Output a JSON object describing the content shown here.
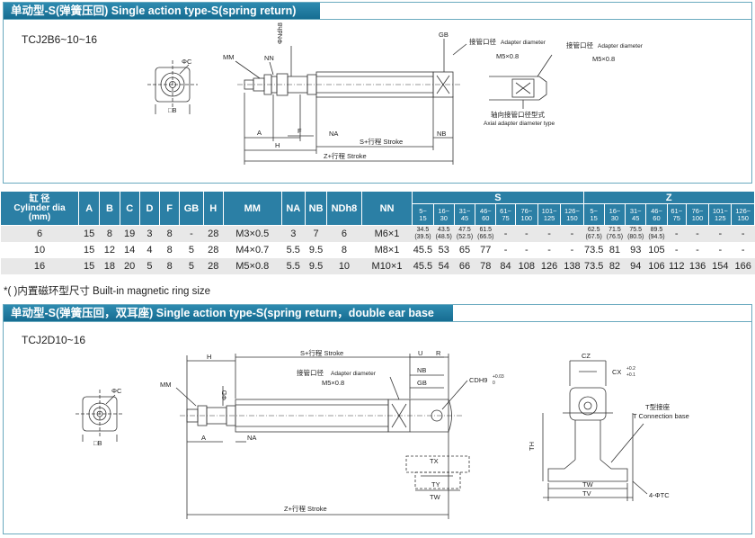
{
  "section1": {
    "title": "单动型-S(弹簧压回) Single action type-S(spring return)",
    "model": "TCJ2B6~10~16",
    "labels": {
      "phi_c": "ΦC",
      "box_b": "□B",
      "phi_nd": "ΦNdh8",
      "mm": "MM",
      "nn": "NN",
      "gb": "GB",
      "a": "A",
      "f": "F",
      "na": "NA",
      "h": "H",
      "nb": "NB",
      "s_stroke": "S+行程 Stroke",
      "z_stroke": "Z+行程 Stroke",
      "adapter1_cn": "接管口径",
      "adapter1_en": "Adapter diameter",
      "adapter1_size": "M5×0.8",
      "adapter2_cn": "接管口径",
      "adapter2_en": "Adapter diameter",
      "adapter2_size": "M5×0.8",
      "axial_cn": "轴向接管口径型式",
      "axial_en": "Axial adapter diameter type"
    }
  },
  "table": {
    "header_cyl_cn": "缸 径",
    "header_cyl_en": "Cylinder dia",
    "header_cyl_unit": "(mm)",
    "cols": [
      "A",
      "B",
      "C",
      "D",
      "F",
      "GB",
      "H",
      "MM",
      "NA",
      "NB",
      "NDh8",
      "NN"
    ],
    "group_s": "S",
    "group_z": "Z",
    "ranges": [
      "5~\n15",
      "16~\n30",
      "31~\n45",
      "46~\n60",
      "61~\n75",
      "76~\n100",
      "101~\n125",
      "126~\n150"
    ],
    "rows": [
      {
        "cyl": "6",
        "vals": [
          "15",
          "8",
          "19",
          "3",
          "8",
          "-",
          "28",
          "M3×0.5",
          "3",
          "7",
          "6",
          "M6×1"
        ],
        "s": [
          "34.5\n(39.5)",
          "43.5\n(48.5)",
          "47.5\n(52.5)",
          "61.5\n(66.5)",
          "-",
          "-",
          "-",
          "-"
        ],
        "z": [
          "62.5\n(67.5)",
          "71.5\n(76.5)",
          "75.5\n(80.5)",
          "89.5\n(94.5)",
          "-",
          "-",
          "-",
          "-"
        ]
      },
      {
        "cyl": "10",
        "vals": [
          "15",
          "12",
          "14",
          "4",
          "8",
          "5",
          "28",
          "M4×0.7",
          "5.5",
          "9.5",
          "8",
          "M8×1"
        ],
        "s": [
          "45.5",
          "53",
          "65",
          "77",
          "-",
          "-",
          "-",
          "-"
        ],
        "z": [
          "73.5",
          "81",
          "93",
          "105",
          "-",
          "-",
          "-",
          "-"
        ]
      },
      {
        "cyl": "16",
        "vals": [
          "15",
          "18",
          "20",
          "5",
          "8",
          "5",
          "28",
          "M5×0.8",
          "5.5",
          "9.5",
          "10",
          "M10×1"
        ],
        "s": [
          "45.5",
          "54",
          "66",
          "78",
          "84",
          "108",
          "126",
          "138"
        ],
        "z": [
          "73.5",
          "82",
          "94",
          "106",
          "112",
          "136",
          "154",
          "166"
        ]
      }
    ]
  },
  "note": "*( )内置磁环型尺寸  Built-in magnetic ring size",
  "section2": {
    "title": "单动型-S(弹簧压回，双耳座) Single action type-S(spring return，double ear base",
    "model": "TCJ2D10~16",
    "labels": {
      "phi_c": "ΦC",
      "box_b": "□B",
      "mm": "MM",
      "h": "H",
      "phi_d": "ΦD",
      "a": "A",
      "na": "NA",
      "s_stroke": "S+行程 Stroke",
      "u": "U",
      "r": "R",
      "nb": "NB",
      "gb": "GB",
      "adapter_cn": "接管口径",
      "adapter_en": "Adapter diameter",
      "adapter_size": "M5×0.8",
      "cdh9": "CDH9",
      "cdh9_tol_top": "+0.03",
      "cdh9_tol_bot": "0",
      "tx": "TX",
      "ty": "TY",
      "tw": "TW",
      "z_stroke": "Z+行程 Stroke",
      "cz": "CZ",
      "cx": "CX",
      "cx_tol_top": "+0.2",
      "cx_tol_bot": "+0.1",
      "t_base_cn": "T型接座",
      "t_base_en": "T Connection base",
      "th": "TH",
      "tv": "TV",
      "tc": "4-ΦTC"
    }
  },
  "colors": {
    "header_blue": "#2b7fa5",
    "title_blue": "#1d76a0",
    "row_gray": "#e8e8e8",
    "border": "#6aaabf"
  }
}
